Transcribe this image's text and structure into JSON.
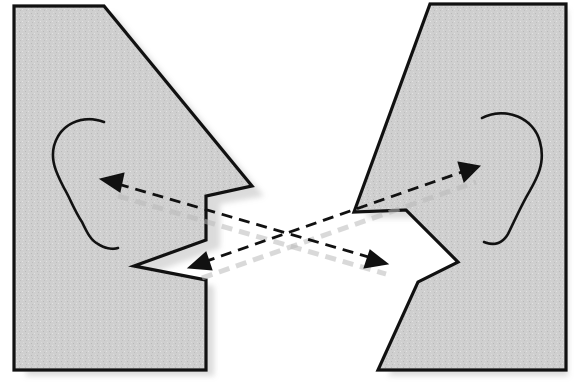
{
  "diagram": {
    "figures": [
      {
        "id": "left-head",
        "facing": "right"
      },
      {
        "id": "right-head",
        "facing": "left"
      }
    ],
    "arrows": [
      {
        "id": "left-ear-to-right-mouth",
        "style": "dashed",
        "double_headed": true
      },
      {
        "id": "left-mouth-to-right-ear",
        "style": "dashed",
        "double_headed": true
      }
    ],
    "colors": {
      "head_fill": "#cfcfcf",
      "outline": "#111111",
      "background": "#ffffff"
    }
  }
}
